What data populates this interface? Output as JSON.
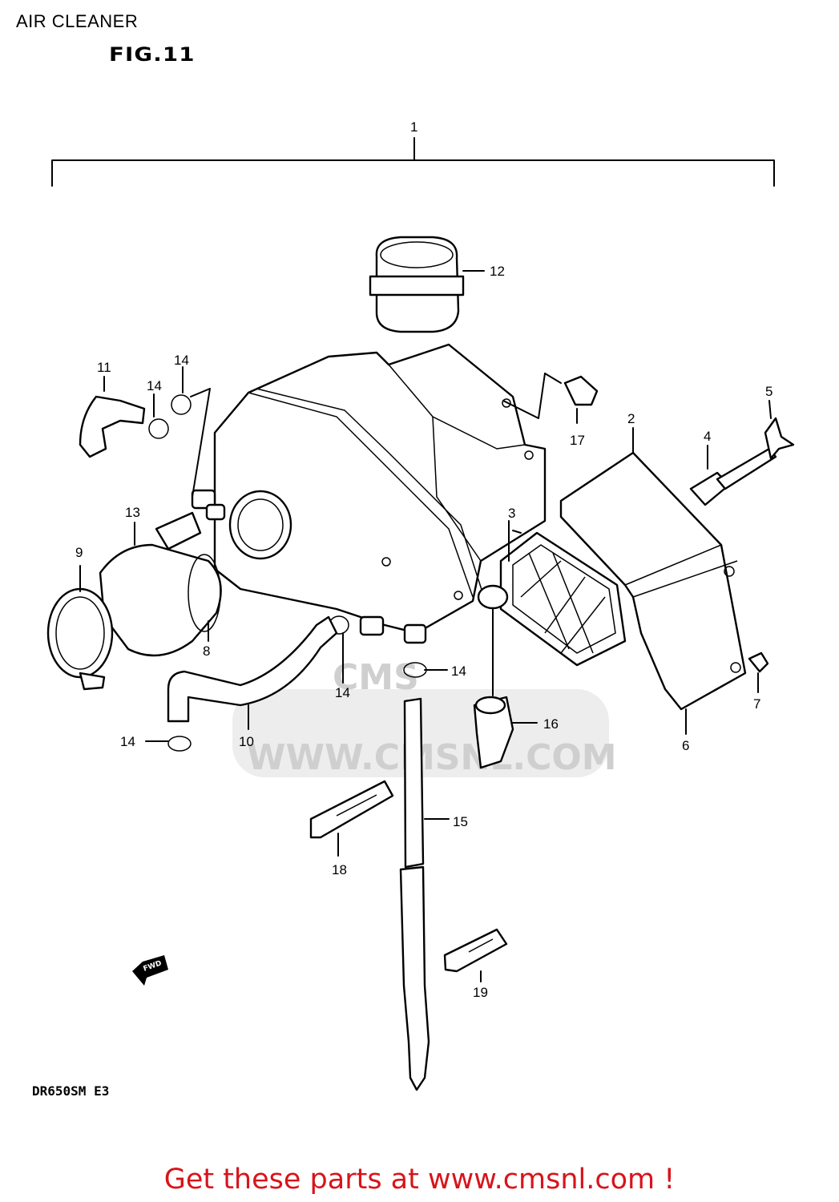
{
  "header": {
    "title": "AIR CLEANER",
    "figure": "FIG.11"
  },
  "model_code": "DR650SM E3",
  "watermark": {
    "logo_text": "CMS",
    "url": "WWW.CMSNL.COM"
  },
  "fwd_label": "FWD",
  "footer": {
    "link_text": "Get these parts at www.cmsnl.com !",
    "color": "#d8141b"
  },
  "callouts": {
    "c1": "1",
    "c2": "2",
    "c3": "3",
    "c4": "4",
    "c5": "5",
    "c6": "6",
    "c7": "7",
    "c8": "8",
    "c9": "9",
    "c10": "10",
    "c11": "11",
    "c12": "12",
    "c13": "13",
    "c14a": "14",
    "c14b": "14",
    "c14c": "14",
    "c14d": "14",
    "c14e": "14",
    "c15": "15",
    "c16": "16",
    "c17": "17",
    "c18": "18",
    "c19": "19"
  }
}
